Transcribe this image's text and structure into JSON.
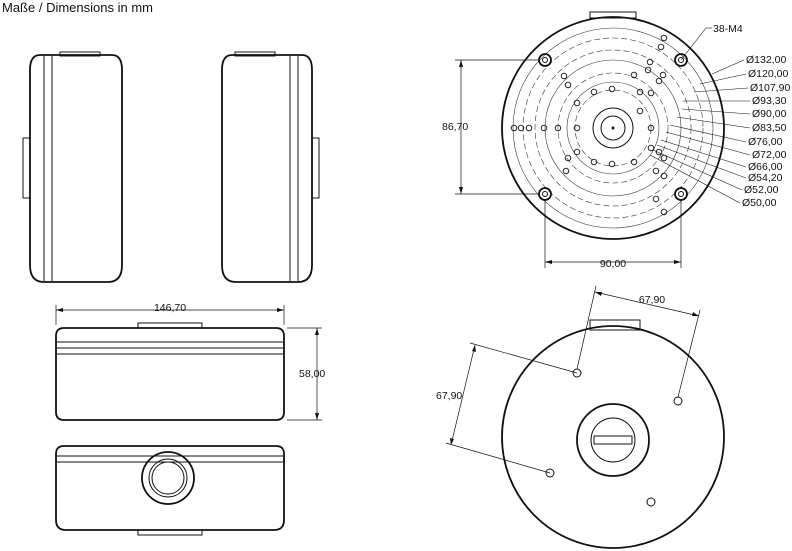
{
  "title": "Maße / Dimensions in mm",
  "views": {
    "side_left": "side view left",
    "side_right": "side view right",
    "top_view": "top view",
    "bottom_view": "bottom view",
    "front_view": "front view",
    "back_view": "back view"
  },
  "dimensions": {
    "width": "146,70",
    "height": "58,00",
    "bolt_v": "86,70",
    "bolt_h": "90,00",
    "back_a": "67,90",
    "back_b": "67,90"
  },
  "thread": "38-M4",
  "diameters": [
    "Ø132,00",
    "Ø120,00",
    "Ø107,90",
    "Ø93,30",
    "Ø90,00",
    "Ø83,50",
    "Ø76,00",
    "Ø72,00",
    "Ø66,00",
    "Ø54,20",
    "Ø52,00",
    "Ø50,00"
  ]
}
